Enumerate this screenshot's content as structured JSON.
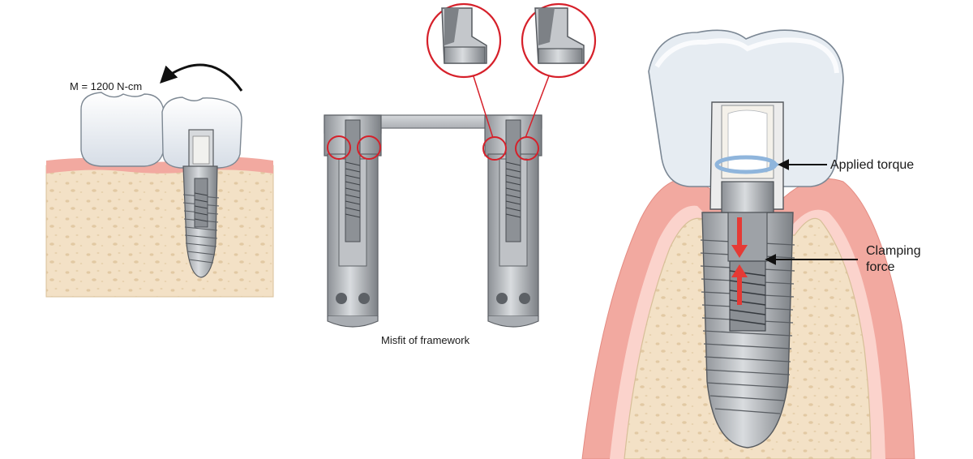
{
  "panels": {
    "moment": {
      "label": "M = 1200 N-cm"
    },
    "framework": {
      "caption": "Misfit of framework"
    },
    "preload": {
      "torque_label": "Applied torque",
      "clamp_label_line1": "Clamping",
      "clamp_label_line2": "force"
    }
  },
  "colors": {
    "bone": "#f3e1c6",
    "bone_pore": "#e2c9a3",
    "gum": "#f2a9a0",
    "gum_light": "#fbd3cc",
    "tooth": "#eef2f6",
    "metal": "#a9adb2",
    "metal_dark": "#6f7378",
    "highlight_red": "#d6202a",
    "arrow_red": "#e53a35",
    "arrow_blue": "#8fb5dc"
  }
}
